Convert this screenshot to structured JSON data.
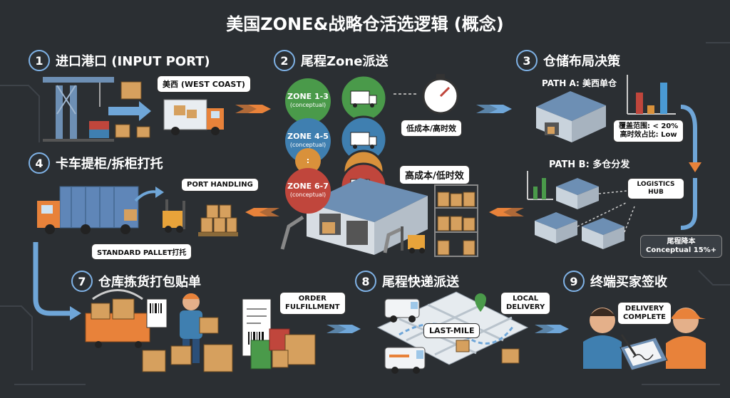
{
  "title": "美国ZONE&战略仓活选逻辑 (概念)",
  "steps": [
    {
      "num": "1",
      "label": "进口港口 (INPUT PORT)"
    },
    {
      "num": "2",
      "label": "尾程Zone派送"
    },
    {
      "num": "3",
      "label": "仓储布局决策"
    },
    {
      "num": "4",
      "label": "卡车提柜/拆柜打托"
    },
    {
      "num": "7",
      "label": "仓库拣货打包贴单"
    },
    {
      "num": "8",
      "label": "尾程快递派送"
    },
    {
      "num": "9",
      "label": "终端买家签收"
    }
  ],
  "port": {
    "west_coast": "美西 (WEST COAST)"
  },
  "zones": [
    {
      "name": "ZONE 1-3",
      "sub": "(conceptual)",
      "color": "#4a9a4a"
    },
    {
      "name": "ZONE 4-5",
      "sub": "(conceptual)",
      "color": "#3f7fb0"
    },
    {
      "name": ":",
      "sub": "",
      "color": "#d9913b"
    },
    {
      "name": "ZONE 6-7",
      "sub": "(conceptual)",
      "color": "#c0463c"
    }
  ],
  "zone_notes": {
    "low": "低成本/高时效",
    "high": "高成本/低时效"
  },
  "path_a": {
    "title": "PATH A: 美西单仓",
    "note_line1": "覆盖范围: < 20%",
    "note_line2": "高时效占比: Low"
  },
  "path_b": {
    "title": "PATH B: 多仓分发",
    "hub": "LOGISTICS HUB",
    "note_line1": "尾程降本",
    "note_line2": "Conceptual 15%+"
  },
  "trucking": {
    "port_handling": "PORT HANDLING",
    "pallet": "STANDARD PALLET打托"
  },
  "picking": {
    "order_line1": "ORDER",
    "order_line2": "FULFILLMENT"
  },
  "lastmile": {
    "label": "LAST-MILE",
    "local_line1": "LOCAL",
    "local_line2": "DELIVERY"
  },
  "delivery": {
    "line1": "DELIVERY",
    "line2": "COMPLETE"
  },
  "colors": {
    "background": "#2b2f33",
    "arrow_orange": "#e8823a",
    "arrow_blue": "#6fa6d8",
    "accent_blue": "#7fb2e6"
  }
}
